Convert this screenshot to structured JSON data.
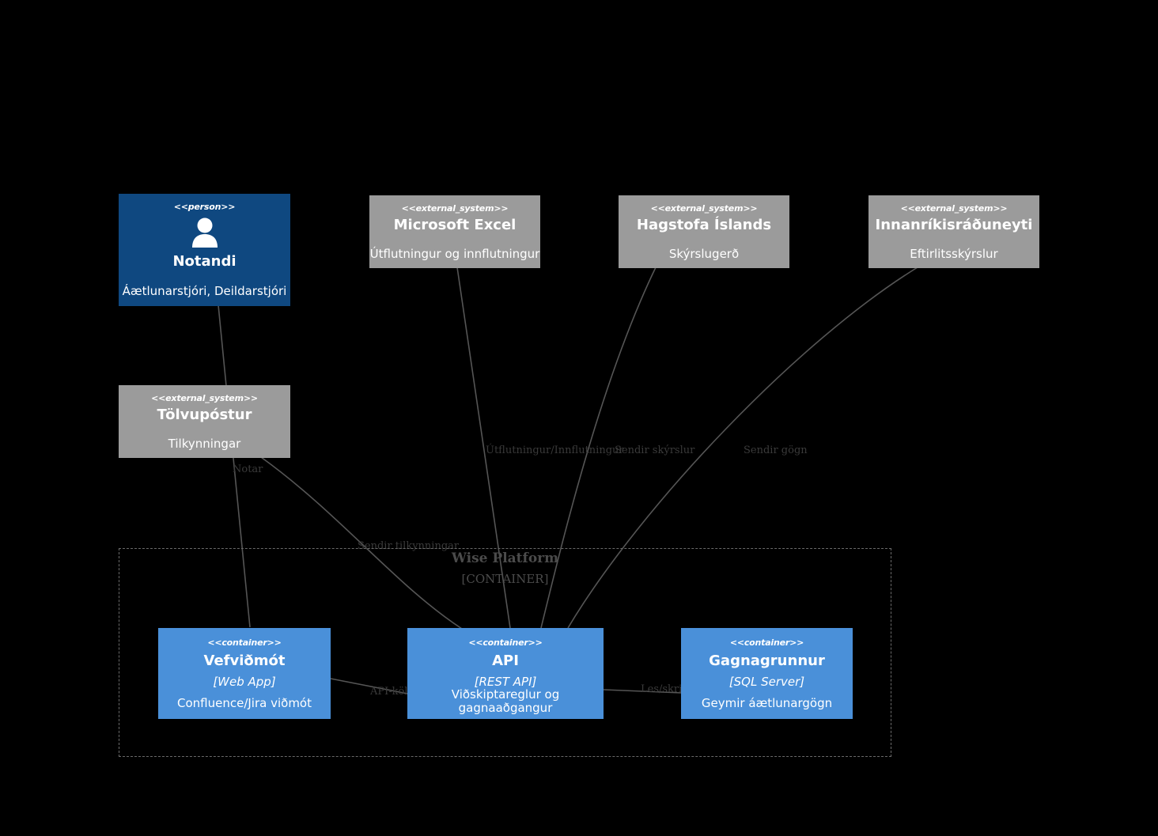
{
  "diagram": {
    "background": "#000000",
    "boundary": {
      "title": "Wise Platform",
      "subtitle": "[CONTAINER]"
    },
    "colors": {
      "person": "#0F4880",
      "external_system": "#9B9B9B",
      "container": "#4A90D9",
      "edge": "#555555",
      "boundary_border": "#6A6A6A"
    }
  },
  "nodes": {
    "notandi": {
      "stereotype": "<<person>>",
      "title": "Notandi",
      "desc": "Áætlunarstjóri, Deildarstjóri",
      "icon": "person-icon"
    },
    "tolvupostur": {
      "stereotype": "<<external_system>>",
      "title": "Tölvupóstur",
      "desc": "Tilkynningar"
    },
    "excel": {
      "stereotype": "<<external_system>>",
      "title": "Microsoft Excel",
      "desc": "Útflutningur og innflutningur"
    },
    "hagstofa": {
      "stereotype": "<<external_system>>",
      "title": "Hagstofa Íslands",
      "desc": "Skýrslugerð"
    },
    "innanrikis": {
      "stereotype": "<<external_system>>",
      "title": "Innanríkisráðuneyti",
      "desc": "Eftirlitsskýrslur"
    },
    "vefvidmot": {
      "stereotype": "<<container>>",
      "title": "Vefviðmót",
      "tech": "[Web App]",
      "desc": "Confluence/Jira viðmót"
    },
    "api": {
      "stereotype": "<<container>>",
      "title": "API",
      "tech": "[REST API]",
      "desc": "Viðskiptareglur og gagnaaðgangur"
    },
    "gagnagrunnur": {
      "stereotype": "<<container>>",
      "title": "Gagnagrunnur",
      "tech": "[SQL Server]",
      "desc": "Geymir áætlunargögn"
    }
  },
  "edges": [
    {
      "id": "notar",
      "label": "Notar"
    },
    {
      "id": "sendir-tilkynningar",
      "label": "Sendir tilkynningar"
    },
    {
      "id": "utflutningur",
      "label": "Útflutningur/Innflutningur"
    },
    {
      "id": "sendir-skyrslur",
      "label": "Sendir skýrslur"
    },
    {
      "id": "sendir-gogn",
      "label": "Sendir gögn"
    },
    {
      "id": "api-koll",
      "label": "API-köll"
    },
    {
      "id": "les-skrifar",
      "label": "Les/skrifar"
    }
  ]
}
